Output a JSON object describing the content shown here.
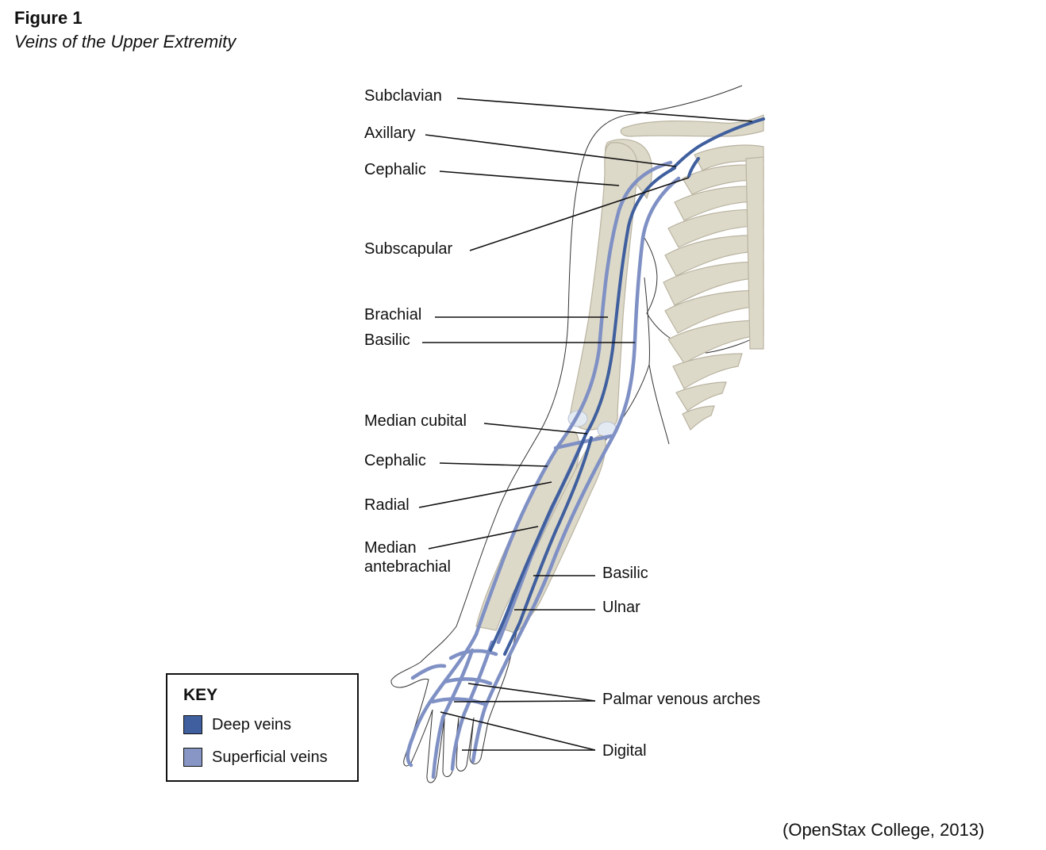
{
  "figure": {
    "number": "Figure 1",
    "title": "Veins of the Upper Extremity",
    "credit": "(OpenStax College, 2013)"
  },
  "labels": {
    "subclavian": "Subclavian",
    "axillary": "Axillary",
    "cephalic_upper": "Cephalic",
    "subscapular": "Subscapular",
    "brachial": "Brachial",
    "basilic_upper": "Basilic",
    "median_cubital": "Median cubital",
    "cephalic_lower": "Cephalic",
    "radial": "Radial",
    "median_antebrachial_1": "Median",
    "median_antebrachial_2": "antebrachial",
    "basilic_lower": "Basilic",
    "ulnar": "Ulnar",
    "palmar_arches": "Palmar venous arches",
    "digital": "Digital"
  },
  "key": {
    "title": "KEY",
    "deep": {
      "label": "Deep veins",
      "color": "#3f5f9e"
    },
    "superficial": {
      "label": "Superficial veins",
      "color": "#8796c4"
    }
  },
  "colors": {
    "bone": "#ddd9c9",
    "bone_edge": "#b9b3a0",
    "deep_vein": "#3f5f9e",
    "superficial_vein": "#7f90c4",
    "outline": "#333333",
    "leader": "#111111"
  }
}
